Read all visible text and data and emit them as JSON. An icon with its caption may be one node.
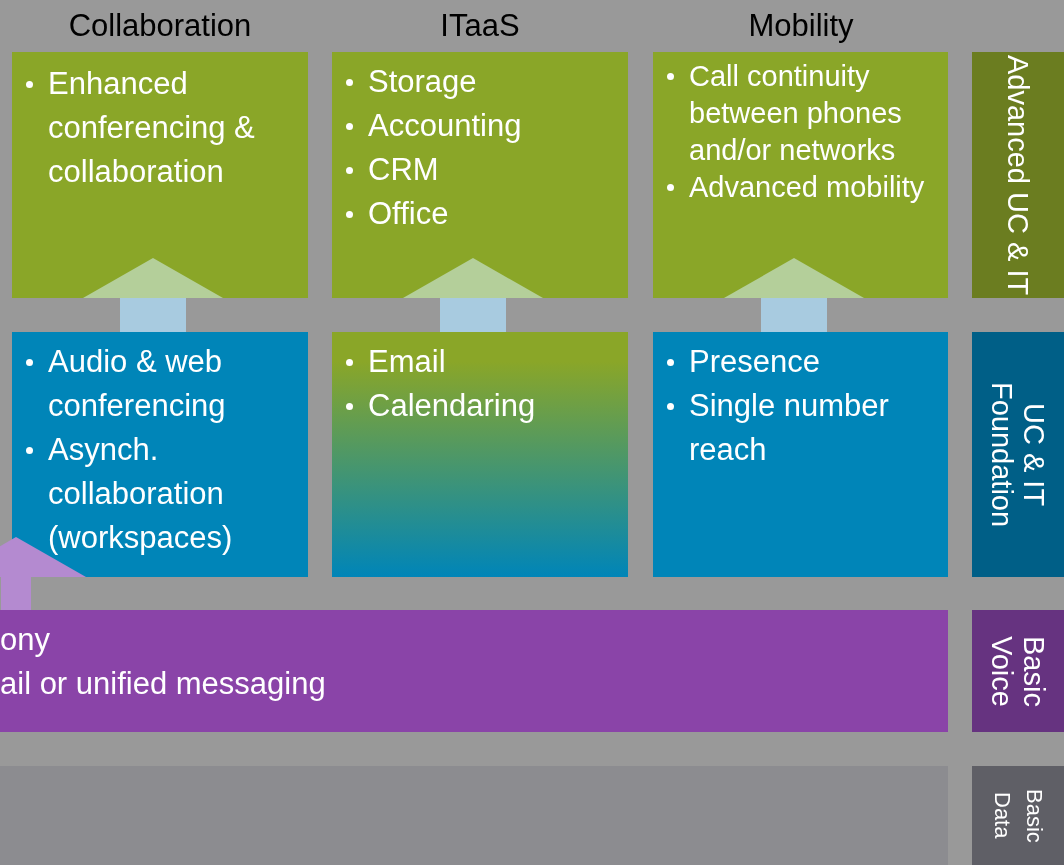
{
  "diagram": {
    "nodes": [
      {
        "text": [
          "Enhanced conferencing & collaboration"
        ]
      },
      {
        "text": [
          "Storage",
          "Accounting",
          "CRM",
          "Office"
        ]
      },
      {
        "text": [
          "Call continuity between phones and/or networks",
          "Advanced mobility"
        ]
      },
      {
        "text": [
          "Advanced UC & IT"
        ]
      },
      {
        "text": [
          "Audio & web conferencing",
          "Asynch. collaboration (workspaces)"
        ]
      },
      {
        "text": [
          "Email",
          "Calendaring"
        ]
      },
      {
        "text": [
          "Presence",
          "Single number reach"
        ]
      },
      {
        "text": [
          "UC & IT Foundation"
        ]
      },
      {
        "text": [
          "ony",
          "ail or unified messaging"
        ]
      },
      {
        "text": [
          "Basic Voice"
        ]
      },
      {
        "text": [],
        "shape": "bar"
      },
      {
        "text": [
          "Basic Data"
        ]
      }
    ],
    "edges": [
      {
        "from": 4,
        "to": 0,
        "arrow": "to"
      },
      {
        "from": 5,
        "to": 1,
        "arrow": "to"
      },
      {
        "from": 6,
        "to": 2,
        "arrow": "to"
      },
      {
        "from": 8,
        "to": 4,
        "arrow": "to",
        "color": "#b48ad0"
      }
    ],
    "labels": [
      "Collaboration",
      "ITaaS",
      "Mobility"
    ]
  }
}
